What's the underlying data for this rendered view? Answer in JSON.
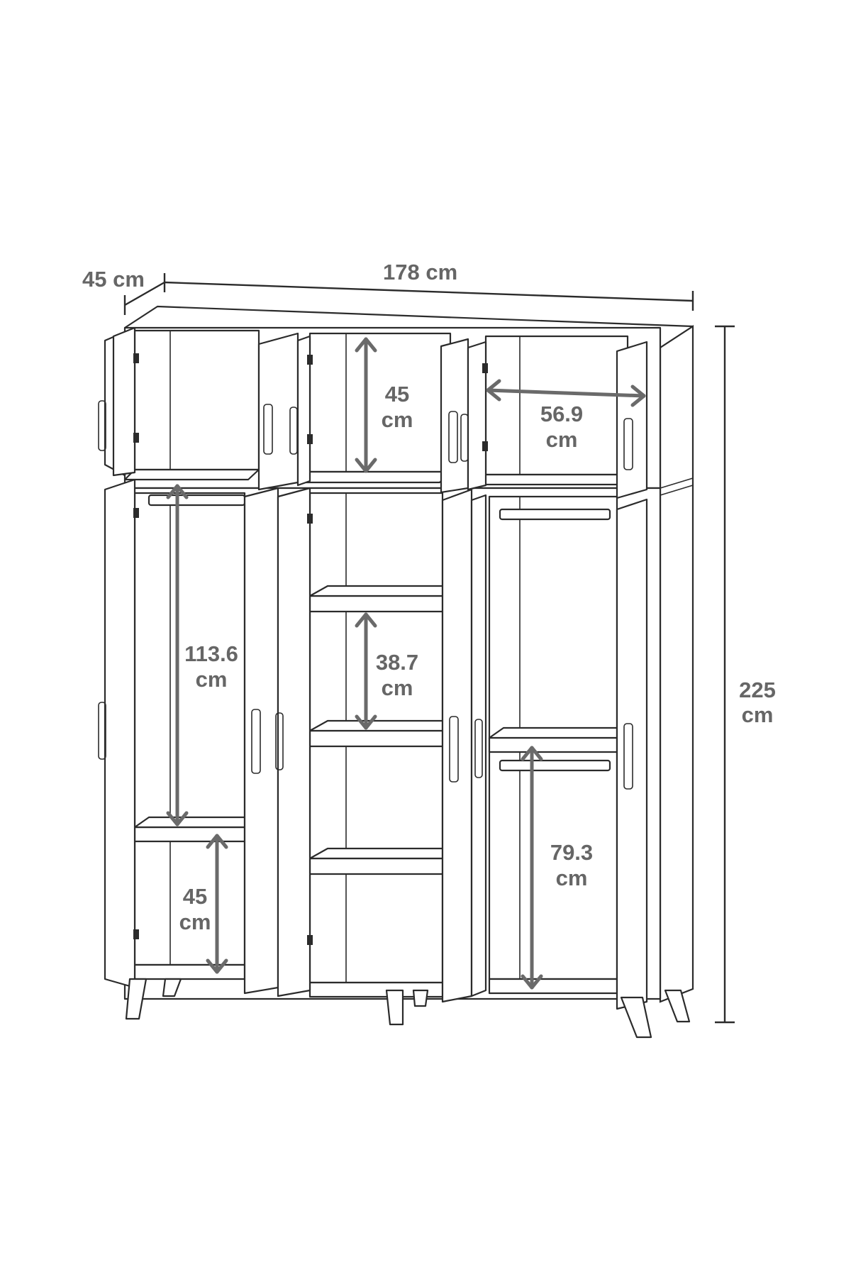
{
  "labels": {
    "depth": "45 cm",
    "width": "178 cm",
    "height_value": "225",
    "height_unit": "cm",
    "top_compartment_value": "45",
    "top_compartment_unit": "cm",
    "top_right_width_value": "56.9",
    "top_right_width_unit": "cm",
    "left_hanging_value": "113.6",
    "left_hanging_unit": "cm",
    "left_bottom_value": "45",
    "left_bottom_unit": "cm",
    "middle_shelf_value": "38.7",
    "middle_shelf_unit": "cm",
    "right_hanging_value": "79.3",
    "right_hanging_unit": "cm"
  },
  "colors": {
    "outline": "#2b2b2b",
    "dimension_arrow": "#6a6a6a",
    "dimension_text": "#666666",
    "background": "#ffffff"
  }
}
